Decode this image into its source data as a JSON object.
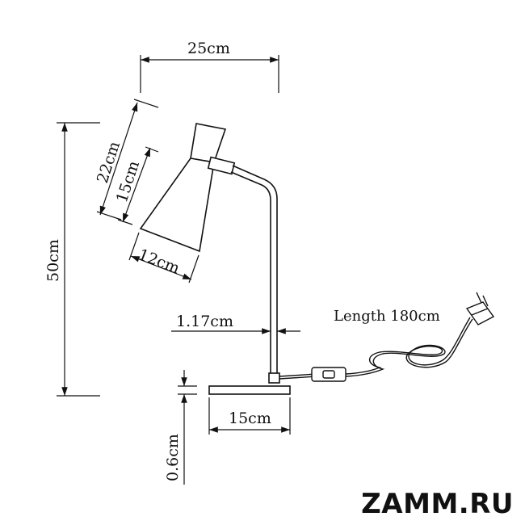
{
  "dimensions": {
    "overall_width": "25cm",
    "shade_length": "22cm",
    "shade_cone_length": "15cm",
    "shade_diameter": "12cm",
    "total_height": "50cm",
    "stem_diameter": "1.17cm",
    "base_width": "15cm",
    "base_thickness": "0.6cm"
  },
  "cable": {
    "length_label": "Length 180cm"
  },
  "watermark": "ZAMM.RU"
}
